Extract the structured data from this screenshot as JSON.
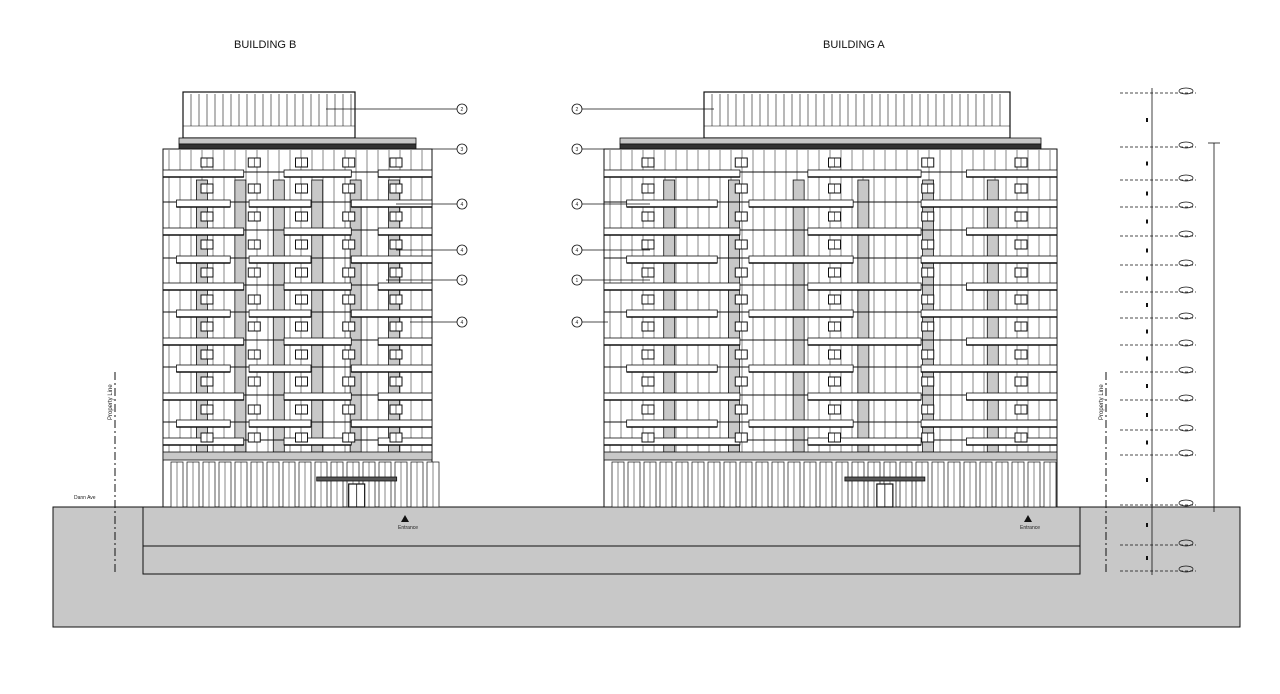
{
  "titles": {
    "building_b": "BUILDING B",
    "building_a": "BUILDING A"
  },
  "street_label": "Dann Ave",
  "property_line_label": "Property Line",
  "entrance_label": "Entrance",
  "callout_tags_b": [
    "2",
    "3",
    "4",
    "4",
    "1",
    "4"
  ],
  "callout_tags_a": [
    "2",
    "3",
    "4",
    "4",
    "1",
    "4"
  ],
  "colors": {
    "fill": "#c8c8c8",
    "line": "#111111",
    "glass": "#ffffff"
  }
}
